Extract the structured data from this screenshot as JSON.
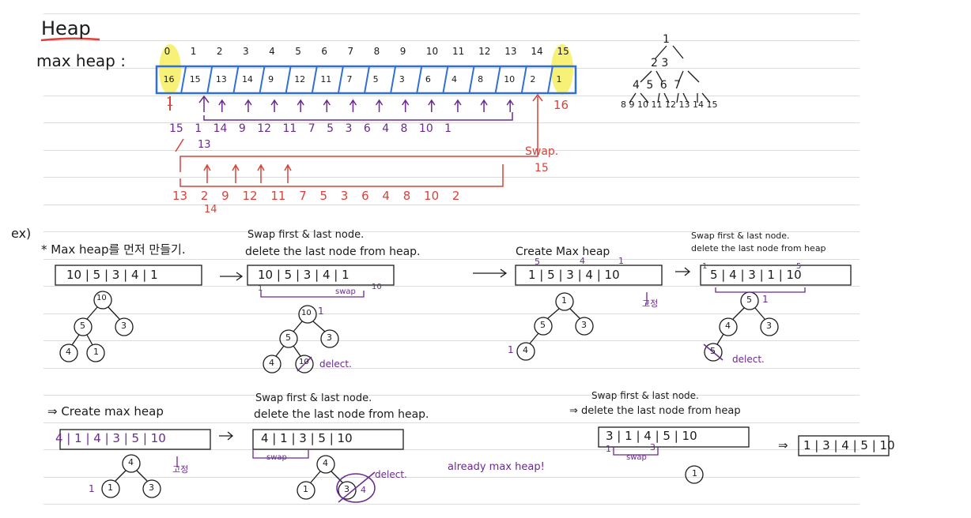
{
  "title": "Heap",
  "subtitle": "max heap :",
  "array_indices": [
    "0",
    "1",
    "2",
    "3",
    "4",
    "5",
    "6",
    "7",
    "8",
    "9",
    "10",
    "11",
    "12",
    "13",
    "14",
    "15"
  ],
  "array_values": [
    "16",
    "15",
    "13",
    "14",
    "9",
    "12",
    "11",
    "7",
    "5",
    "3",
    "6",
    "4",
    "8",
    "10",
    "2",
    "1"
  ],
  "index_after_swap": "1",
  "index_16": "16",
  "tree_top": {
    "levels": [
      "1",
      "2 3",
      "4 5 6 7",
      "8 9 10 11 12 13 14 15"
    ]
  },
  "step1_values": "15 1 14 9 12 11 7 5 3 6 4 8 10 1",
  "step1_under": "13",
  "swap_label": "Swap.",
  "swap_num": "15",
  "step2_values": "13 2 9 12 11 7 5 3 6 4 8 10 2",
  "step2_under": "14",
  "ex_label": "ex)",
  "ex1": {
    "heading": "* Max heap를 먼저 만들기.",
    "array": "10 | 5 | 3 | 4 | 1",
    "tree": [
      "10",
      "5",
      "3",
      "4",
      "1"
    ]
  },
  "ex2": {
    "heading1": "Swap first & last node.",
    "heading2": "delete the last node from heap.",
    "array": "10 | 5 | 3 | 4 | 1",
    "swap_label": "swap",
    "left_small": "1",
    "right_small": "10",
    "tree": [
      "10",
      "1",
      "5",
      "3",
      "4",
      "10"
    ],
    "delete_label": "delect."
  },
  "ex3": {
    "heading": "Create Max heap",
    "array": "1 | 5 | 3 | 4 | 10",
    "marks": [
      "5",
      "4",
      "1"
    ],
    "fixed": "고정",
    "tree": [
      "1",
      "5",
      "3",
      "4",
      "1"
    ]
  },
  "ex4": {
    "heading1": "Swap first & last node.",
    "heading2": "delete the last node from heap",
    "array": "5 | 4 | 3 | 1 | 10",
    "marks": [
      "1",
      "5"
    ],
    "tree": [
      "5",
      "1",
      "4",
      "3",
      "5"
    ],
    "delete_label": "delect."
  },
  "row2": {
    "heading": "⇒ Create max heap",
    "array": "4 | 1 | 4 | 3 | 5 | 10",
    "fixed": "고정",
    "tree": [
      "4",
      "1",
      "3",
      "1"
    ],
    "heading_b1": "Swap first & last node.",
    "heading_b2": "delete the last node from heap.",
    "array_b": "4 | 1 | 3 | 5 | 10",
    "swap_b": "swap",
    "tree_b": [
      "4",
      "3",
      "1",
      "4"
    ],
    "delete_b": "delect.",
    "note": "already max heap!",
    "heading_c1": "Swap first & last node.",
    "heading_c2": "⇒ delete the last node from heap",
    "array_c": "3 | 1 | 4 | 5 | 10",
    "swap_c": "swap",
    "marks_c": [
      "1",
      "3"
    ],
    "tree_c": "1",
    "final_arrow": "⇒",
    "final_array": "1 | 3 | 4 | 5 | 10"
  }
}
